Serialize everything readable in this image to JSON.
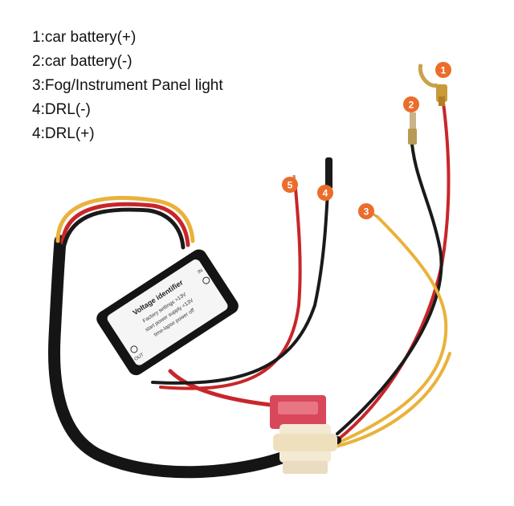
{
  "legend": {
    "items": [
      "1:car battery(+)",
      "2:car battery(-)",
      "3:Fog/Instrument Panel light",
      "4:DRL(-)",
      "4:DRL(+)"
    ]
  },
  "markers": {
    "m1": "1",
    "m2": "2",
    "m3": "3",
    "m4": "4",
    "m5": "5"
  },
  "module": {
    "name": "Voltage identifier",
    "line1": "Factory settings >13V",
    "line2": "start power supply <13V",
    "line3": "time-lapse power off",
    "label_in": "IN",
    "label_out": "OUT"
  },
  "colors": {
    "background": "#ffffff",
    "marker": "#ec6c2b",
    "wire_red": "#c8262a",
    "wire_black": "#1a1a1a",
    "wire_yellow": "#e9b23b",
    "fuse": "#d9475a",
    "holder": "#f4ead3",
    "module_body": "#141414",
    "module_label": "#f5f5f5"
  }
}
